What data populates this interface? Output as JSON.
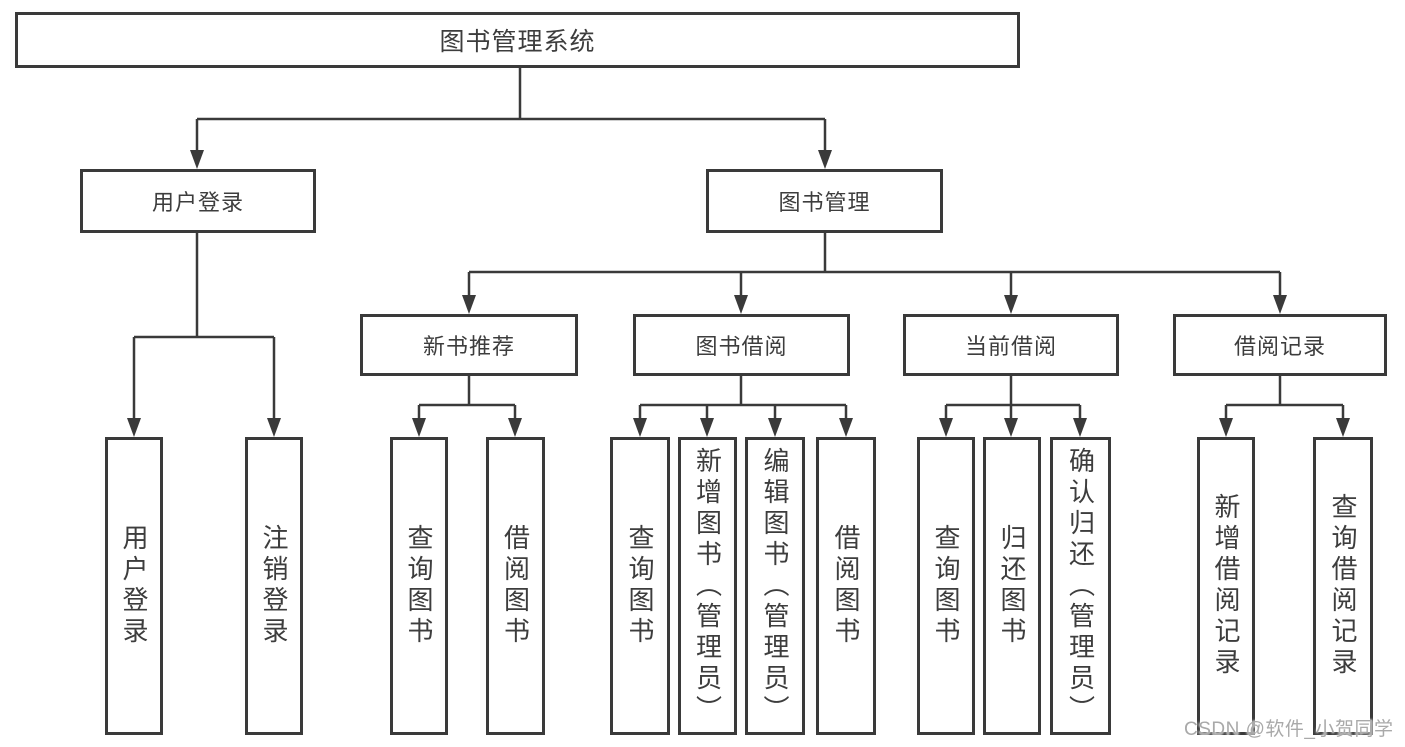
{
  "colors": {
    "line": "#3a3a3a",
    "text": "#3d3d3d",
    "background": "#ffffff",
    "watermark": "#a9a9a9"
  },
  "watermark": {
    "text": "CSDN @软件_小贺同学"
  },
  "diagram": {
    "type": "hierarchy-tree",
    "root": {
      "label": "图书管理系统",
      "children": [
        {
          "label": "用户登录",
          "children": [
            {
              "label": "用户登录"
            },
            {
              "label": "注销登录"
            }
          ]
        },
        {
          "label": "图书管理",
          "children": [
            {
              "label": "新书推荐",
              "children": [
                {
                  "label": "查询图书"
                },
                {
                  "label": "借阅图书"
                }
              ]
            },
            {
              "label": "图书借阅",
              "children": [
                {
                  "label": "查询图书"
                },
                {
                  "label": "新增图书（管理员）"
                },
                {
                  "label": "编辑图书（管理员）"
                },
                {
                  "label": "借阅图书"
                }
              ]
            },
            {
              "label": "当前借阅",
              "children": [
                {
                  "label": "查询图书"
                },
                {
                  "label": "归还图书"
                },
                {
                  "label": "确认归还（管理员）"
                }
              ]
            },
            {
              "label": "借阅记录",
              "children": [
                {
                  "label": "新增借阅记录"
                },
                {
                  "label": "查询借阅记录"
                }
              ]
            }
          ]
        }
      ]
    }
  }
}
